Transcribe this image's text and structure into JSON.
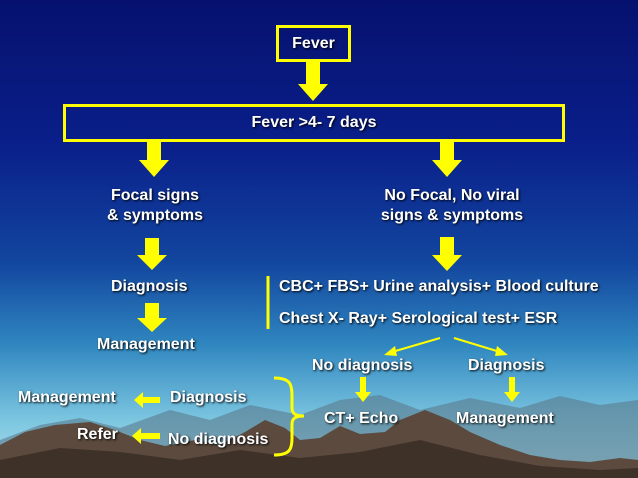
{
  "diagram": {
    "fever": "Fever",
    "fever_duration": "Fever >4- 7 days",
    "focal_signs_line1": "Focal signs",
    "focal_signs_line2": "& symptoms",
    "no_focal_line1": "No Focal, No viral",
    "no_focal_line2": "signs & symptoms",
    "left_diagnosis": "Diagnosis",
    "left_management": "Management",
    "tests_line1": "CBC+ FBS+ Urine analysis+ Blood culture",
    "tests_line2": "Chest X- Ray+ Serological test+ ESR",
    "no_diagnosis": "No diagnosis",
    "right_diagnosis": "Diagnosis",
    "ct_echo": "CT+ Echo",
    "right_management": "Management",
    "bottom_management": "Management",
    "bottom_diagnosis": "Diagnosis",
    "refer": "Refer",
    "bottom_no_diagnosis": "No diagnosis"
  },
  "colors": {
    "accent": "#ffff00",
    "text": "#ffffff",
    "background_top": "#06116e",
    "background_bottom": "#b4e4f0"
  }
}
